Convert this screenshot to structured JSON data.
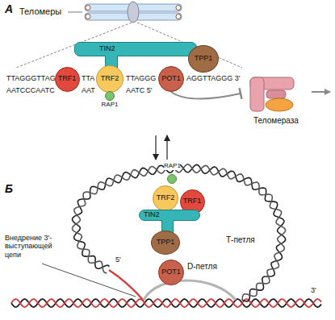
{
  "diagram": {
    "nodes": [
      {
        "text": [
          "TIN2"
        ]
      },
      {
        "text": [
          "TPP1"
        ]
      },
      {
        "text": [
          "TRF1"
        ]
      },
      {
        "text": [
          "TRF2"
        ]
      },
      {
        "text": [
          "POT1"
        ]
      },
      {
        "text": [
          "RAP1"
        ]
      },
      {
        "text": [
          "Теломераза"
        ]
      },
      {
        "text": [
          "RAP1"
        ]
      },
      {
        "text": [
          "TRF2"
        ]
      },
      {
        "text": [
          "TRF1"
        ]
      },
      {
        "text": [
          "TIN2"
        ]
      },
      {
        "text": [
          "TPP1"
        ]
      },
      {
        "text": [
          "POT1"
        ]
      }
    ],
    "edges": [
      {
        "from": 4,
        "to": 6,
        "arrow": "to"
      }
    ],
    "labels": [
      "А",
      "Теломеры",
      "TTAGGGTTAG",
      "AATCCCAATC",
      "TTA",
      "AAT",
      "TTAGGG",
      "AATC 5'",
      "AGGTTAGGG 3'",
      "Б",
      "Т-петля",
      "Внедрение 3'-выступающей цепи",
      "5'",
      "D-петля",
      "3'"
    ]
  }
}
